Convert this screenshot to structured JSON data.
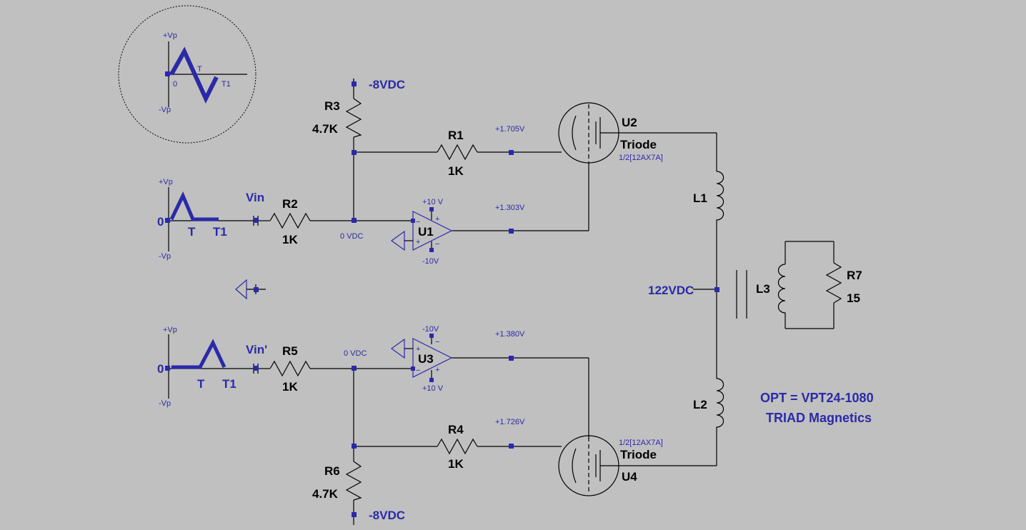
{
  "schematic": {
    "waveforms": {
      "sine_top": {
        "plus": "+Vp",
        "minus": "-Vp",
        "zero": "0",
        "t": "T",
        "t1": "T1"
      },
      "pulse_vin": {
        "plus": "+Vp",
        "minus": "-Vp",
        "zero": "0",
        "t": "T",
        "t1": "T1"
      },
      "pulse_vin2": {
        "plus": "+Vp",
        "minus": "-Vp",
        "zero": "0",
        "t": "T",
        "t1": "T1"
      }
    },
    "supplies": {
      "neg_top": "-8VDC",
      "neg_bottom": "-8VDC",
      "b_plus": "122VDC"
    },
    "nets": {
      "vin": "Vin",
      "vin2": "Vin'"
    },
    "components": {
      "R1": {
        "name": "R1",
        "value": "1K"
      },
      "R2": {
        "name": "R2",
        "value": "1K"
      },
      "R3": {
        "name": "R3",
        "value": "4.7K"
      },
      "R4": {
        "name": "R4",
        "value": "1K"
      },
      "R5": {
        "name": "R5",
        "value": "1K"
      },
      "R6": {
        "name": "R6",
        "value": "4.7K"
      },
      "R7": {
        "name": "R7",
        "value": "15"
      },
      "L1": {
        "name": "L1"
      },
      "L2": {
        "name": "L2"
      },
      "L3": {
        "name": "L3"
      },
      "U1": {
        "name": "U1",
        "vplus": "+10 V",
        "vminus": "-10V"
      },
      "U3": {
        "name": "U3",
        "vplus": "+10 V",
        "vminus": "-10V"
      },
      "U2": {
        "name": "U2",
        "type": "Triode",
        "model": "1/2[12AX7A]"
      },
      "U4": {
        "name": "U4",
        "type": "Triode",
        "model": "1/2[12AX7A]"
      }
    },
    "probes": {
      "top_grid": "+1.705V",
      "u1_out": "+1.303V",
      "u1_in": "0 VDC",
      "u3_in": "0 VDC",
      "u3_out": "+1.380V",
      "bottom_grid": "+1.726V"
    },
    "notes": {
      "line1": "OPT = VPT24-1080",
      "line2": "TRIAD Magnetics"
    },
    "colors": {
      "background": "#c0c0c0",
      "wire": "#000000",
      "symbol": "#2a2aa8"
    }
  }
}
